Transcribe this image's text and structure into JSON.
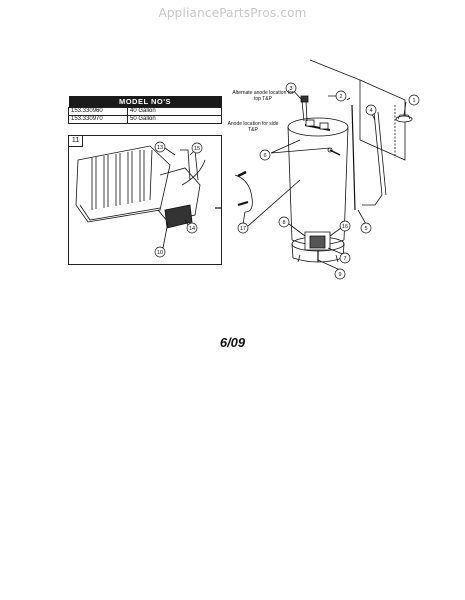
{
  "site": {
    "watermark": "AppliancePartsPros.com"
  },
  "model_table": {
    "header": "MODEL NO'S",
    "rows": [
      {
        "model": "153.330960",
        "capacity": "40 Gallon"
      },
      {
        "model": "153.330970",
        "capacity": "50 Gallon"
      }
    ]
  },
  "inset": {
    "number": "11"
  },
  "notes": {
    "alternate_anode": "Alternate anode location for top T&P",
    "anode_side": "Anode location for side T&P"
  },
  "callouts": {
    "c1": "1",
    "c2": "2",
    "c3": "3",
    "c4": "4",
    "c5": "5",
    "c6": "6",
    "c7": "7",
    "c8": "8",
    "c9": "9",
    "c10": "10",
    "c13": "13",
    "c14": "14",
    "c15": "15",
    "c16": "16",
    "c17": "17"
  },
  "footer": {
    "date": "6/09"
  }
}
